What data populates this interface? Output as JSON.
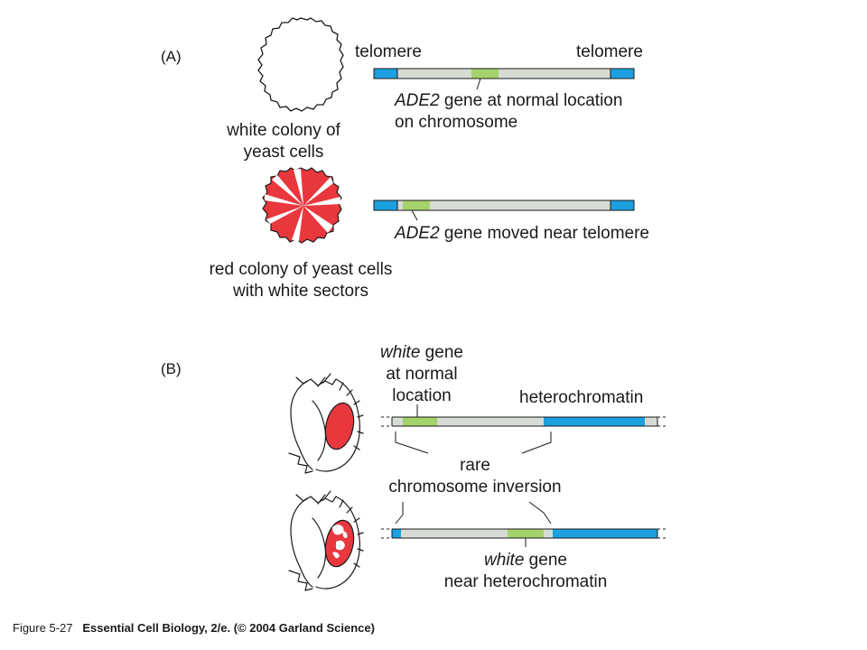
{
  "panel_a": {
    "label": "(A)",
    "telomere_left": "telomere",
    "telomere_right": "telomere",
    "normal_gene_italic": "ADE2",
    "normal_gene_line1_rest": " gene at normal location",
    "normal_gene_line2": "on chromosome",
    "white_colony_line1": "white colony of",
    "white_colony_line2": "yeast cells",
    "moved_gene_italic": "ADE2",
    "moved_gene_rest": " gene moved near telomere",
    "red_colony_line1": "red colony of yeast cells",
    "red_colony_line2": "with white sectors"
  },
  "panel_b": {
    "label": "(B)",
    "white_gene_italic": "white",
    "white_gene_line1_rest": " gene",
    "white_gene_line2": "at normal",
    "white_gene_line3": "location",
    "heterochromatin": "heterochromatin",
    "inversion_line1": "rare",
    "inversion_line2": "chromosome inversion",
    "near_italic": "white",
    "near_line1_rest": " gene",
    "near_line2": "near heterochromatin"
  },
  "caption": {
    "figure": "Figure 5-27",
    "source": "Essential Cell Biology, 2/e. (© 2004 Garland Science)"
  },
  "colors": {
    "telomere_blue": "#1ba0e0",
    "heterochromatin_blue": "#1ba0e0",
    "gene_green": "#a6d26b",
    "chromosome_gray": "#d6dbd4",
    "colony_red": "#e8383e",
    "outline": "#1a1a1a"
  },
  "icons": {
    "white_colony": "white-colony-icon",
    "red_colony": "red-sectored-colony-icon",
    "fly_red_eye": "fly-head-red-eye-icon",
    "fly_mottled_eye": "fly-head-mottled-eye-icon"
  }
}
